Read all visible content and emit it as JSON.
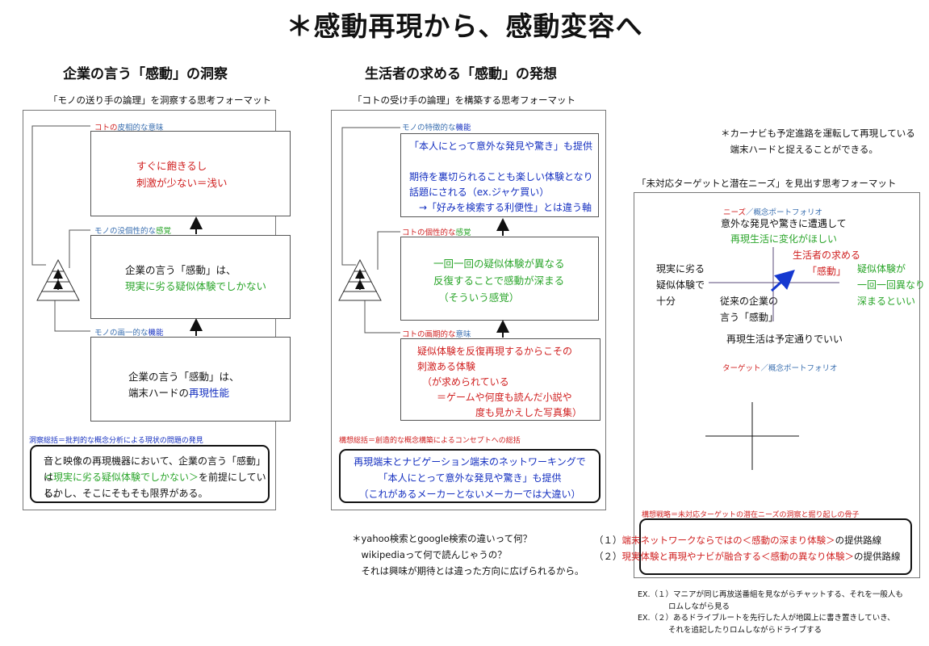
{
  "title": "＊感動再現から、感動変容へ",
  "left": {
    "heading": "企業の言う「感動」の洞察",
    "caption": "「モノの送り手の論理」を洞察する思考フォーマット",
    "label_top": "コトの皮相的な意味",
    "box_top": "すぐに飽きるし\n刺激が少ない＝浅い",
    "label_mid": "モノの没個性的な感覚",
    "box_mid_line1": "企業の言う「感動」は、",
    "box_mid_line2": "現実に劣る疑似体験でしかない",
    "label_bot": "モノの画一的な機能",
    "box_bot_line1": "企業の言う「感動」は、",
    "box_bot_line2a": "端末ハードの",
    "box_bot_line2b": "再現性能",
    "summary_label": "洞察総括＝批判的な概念分析による現状の問題の発見",
    "summary_line1": "音と映像の再現機器において、企業の言う「感動」は",
    "summary_line2a": "＜現実に劣る疑似体験でしかない＞",
    "summary_line2b": "を前提にしている。",
    "summary_line3": "しかし、そこにそもそも限界がある。"
  },
  "middle": {
    "heading": "生活者の求める「感動」の発想",
    "caption": "「コトの受け手の論理」を構築する思考フォーマット",
    "label_top": "モノの特徴的な機能",
    "box_top": "「本人にとって意外な発見や驚き」も提供\n\n期待を裏切られることも楽しい体験となり\n話題にされる（ex.ジャケ買い）\n　→「好みを検索する利便性」とは違う軸",
    "label_mid": "コトの個性的な感覚",
    "box_mid": "一回一回の疑似体験が異なる\n反復することで感動が深まる\n　（そういう感覚）",
    "label_bot": "コトの画期的な意味",
    "box_bot": "疑似体験を反復再現するからこその\n刺激ある体験\n　（が求められている\n　　＝ゲームや何度も読んだ小説や\n　　　　　　度も見かえした写真集）",
    "summary_label": "構想総括＝創造的な概念構築によるコンセプトへの総括",
    "summary": "再現端末とナビゲーション端末のネットワーキングで\n「本人にとって意外な発見や驚き」も提供\n（これがあるメーカーとないメーカーでは大違い）",
    "note": "＊yahoo検索とgoogle検索の違いって何？\n　wikipediaって何で読んじゃうの？\n　それは興味が期待とは違った方向に広げられるから。"
  },
  "right": {
    "top_note": "＊カーナビも予定進路を運転して再現している\n　端末ハードと捉えることができる。",
    "caption": "「未対応ターゲットと潜在ニーズ」を見出す思考フォーマット",
    "axis_needs": "ニーズ／概念ポートフォリオ",
    "top_text1": "意外な発見や驚きに遭遇して",
    "top_text2": "再現生活に変化がほしい",
    "left_text": "現実に劣る\n疑似体験で\n十分",
    "seeker": "生活者の求める\n「感動」",
    "right_text": "疑似体験が\n一回一回異なり\n深まるといい",
    "current": "従来の企業の\n言う「感動」",
    "bottom_text": "再現生活は予定通りでいい",
    "axis_target": "ターゲット／概念ポートフォリオ",
    "strategy_label": "構想戦略＝未対応ターゲットの潜在ニーズの洞察と掘り起しの骨子",
    "strategy1_num": "（１）",
    "strategy1": "端末ネットワークならではの＜感動の深まり体験＞",
    "strategy1_tail": "の提供路線",
    "strategy2_num": "（２）",
    "strategy2": "現実体験と再現やナビが融合する＜感動の異なり体験＞",
    "strategy2_tail": "の提供路線",
    "ex": "EX.（１）マニアが同じ再放送番組を見ながらチャットする、それを一般人も\n　　　　ロムしながら見る\nEX.（２）あるドライブルートを先行した人が地図上に書き置きしていき、\n　　　　それを追記したりロムしながらドライブする"
  },
  "colors": {
    "red": "#d02020",
    "green": "#2aa52a",
    "blue": "#1530c0",
    "label_blue": "#3a6fb0"
  }
}
